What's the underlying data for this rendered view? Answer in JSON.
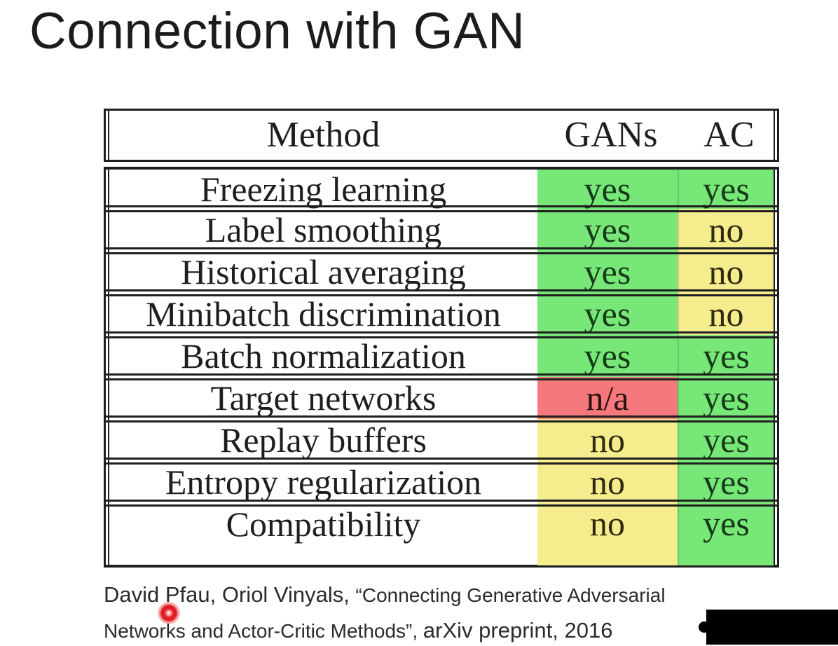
{
  "slide": {
    "title": "Connection with GAN",
    "background_color": "#ffffff"
  },
  "table": {
    "headers": {
      "method": "Method",
      "gans": "GANs",
      "ac": "AC"
    },
    "status_colors": {
      "yes_green": "#77E877",
      "no_yellow": "#F5EC8D",
      "na_red": "#F5797C"
    },
    "rows": [
      {
        "method": "Freezing learning",
        "gans": "yes",
        "ac": "yes",
        "gans_bg": "#77E877",
        "gans_fg": "#16391a",
        "ac_bg": "#77E877",
        "ac_fg": "#16391a"
      },
      {
        "method": "Label smoothing",
        "gans": "yes",
        "ac": "no",
        "gans_bg": "#77E877",
        "gans_fg": "#16391a",
        "ac_bg": "#F5EC8D",
        "ac_fg": "#2e2a12"
      },
      {
        "method": "Historical averaging",
        "gans": "yes",
        "ac": "no",
        "gans_bg": "#77E877",
        "gans_fg": "#16391a",
        "ac_bg": "#F5EC8D",
        "ac_fg": "#2e2a12"
      },
      {
        "method": "Minibatch discrimination",
        "gans": "yes",
        "ac": "no",
        "gans_bg": "#77E877",
        "gans_fg": "#16391a",
        "ac_bg": "#F5EC8D",
        "ac_fg": "#2e2a12"
      },
      {
        "method": "Batch normalization",
        "gans": "yes",
        "ac": "yes",
        "gans_bg": "#77E877",
        "gans_fg": "#16391a",
        "ac_bg": "#77E877",
        "ac_fg": "#16391a"
      },
      {
        "method": "Target networks",
        "gans": "n/a",
        "ac": "yes",
        "gans_bg": "#F5797C",
        "gans_fg": "#2d1214",
        "ac_bg": "#77E877",
        "ac_fg": "#16391a"
      },
      {
        "method": "Replay buffers",
        "gans": "no",
        "ac": "yes",
        "gans_bg": "#F5EC8D",
        "gans_fg": "#2e2a12",
        "ac_bg": "#77E877",
        "ac_fg": "#16391a"
      },
      {
        "method": "Entropy regularization",
        "gans": "no",
        "ac": "yes",
        "gans_bg": "#F5EC8D",
        "gans_fg": "#2e2a12",
        "ac_bg": "#77E877",
        "ac_fg": "#16391a"
      },
      {
        "method": "Compatibility",
        "gans": "no",
        "ac": "yes",
        "gans_bg": "#F5EC8D",
        "gans_fg": "#2e2a12",
        "ac_bg": "#77E877",
        "ac_fg": "#16391a"
      }
    ]
  },
  "citation": {
    "authors": "David Pfau, Oriol Vinyals, ",
    "quoted_title_line1": "“Connecting Generative Adversarial",
    "quoted_title_line2": "Networks and Actor-Critic Methods”, ",
    "suffix": "arXiv preprint, 2016"
  },
  "annotations": {
    "laser_pointer_color": "#e8232a",
    "redaction_color": "#000000"
  }
}
